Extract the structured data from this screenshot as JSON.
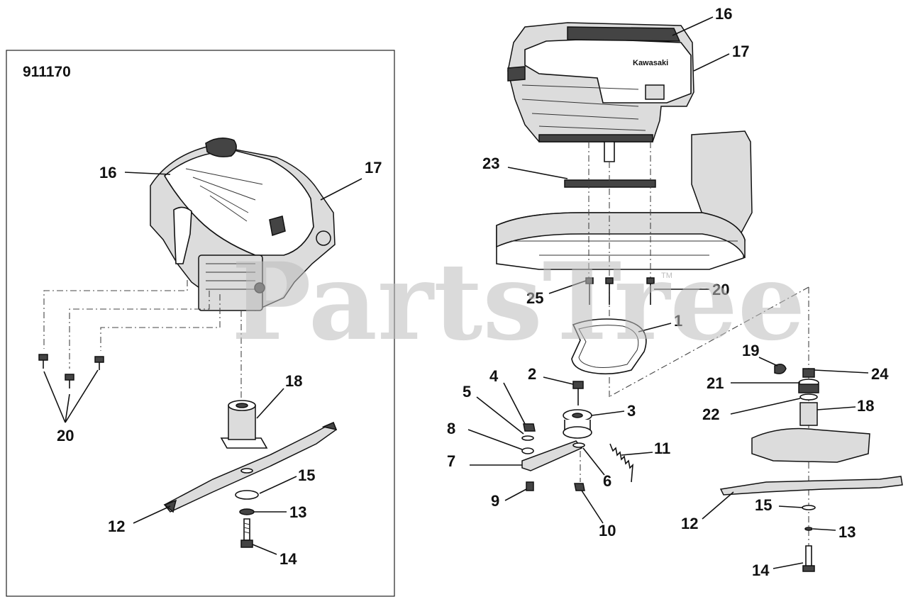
{
  "model_number": "911170",
  "watermark": "PartsTree",
  "watermark_tm": "TM",
  "engine_brand": "Kawasaki",
  "callouts": {
    "left": {
      "p16": "16",
      "p17": "17",
      "p20": "20",
      "p18": "18",
      "p15": "15",
      "p12": "12",
      "p13": "13",
      "p14": "14"
    },
    "right": {
      "p16": "16",
      "p17": "17",
      "p23": "23",
      "p25": "25",
      "p20": "20",
      "p1": "1",
      "p2": "2",
      "p3": "3",
      "p4": "4",
      "p5": "5",
      "p8": "8",
      "p7": "7",
      "p9": "9",
      "p6": "6",
      "p10": "10",
      "p11": "11",
      "p19": "19",
      "p21": "21",
      "p22": "22",
      "p24": "24",
      "p18": "18",
      "p12": "12",
      "p15": "15",
      "p13": "13",
      "p14": "14"
    }
  }
}
